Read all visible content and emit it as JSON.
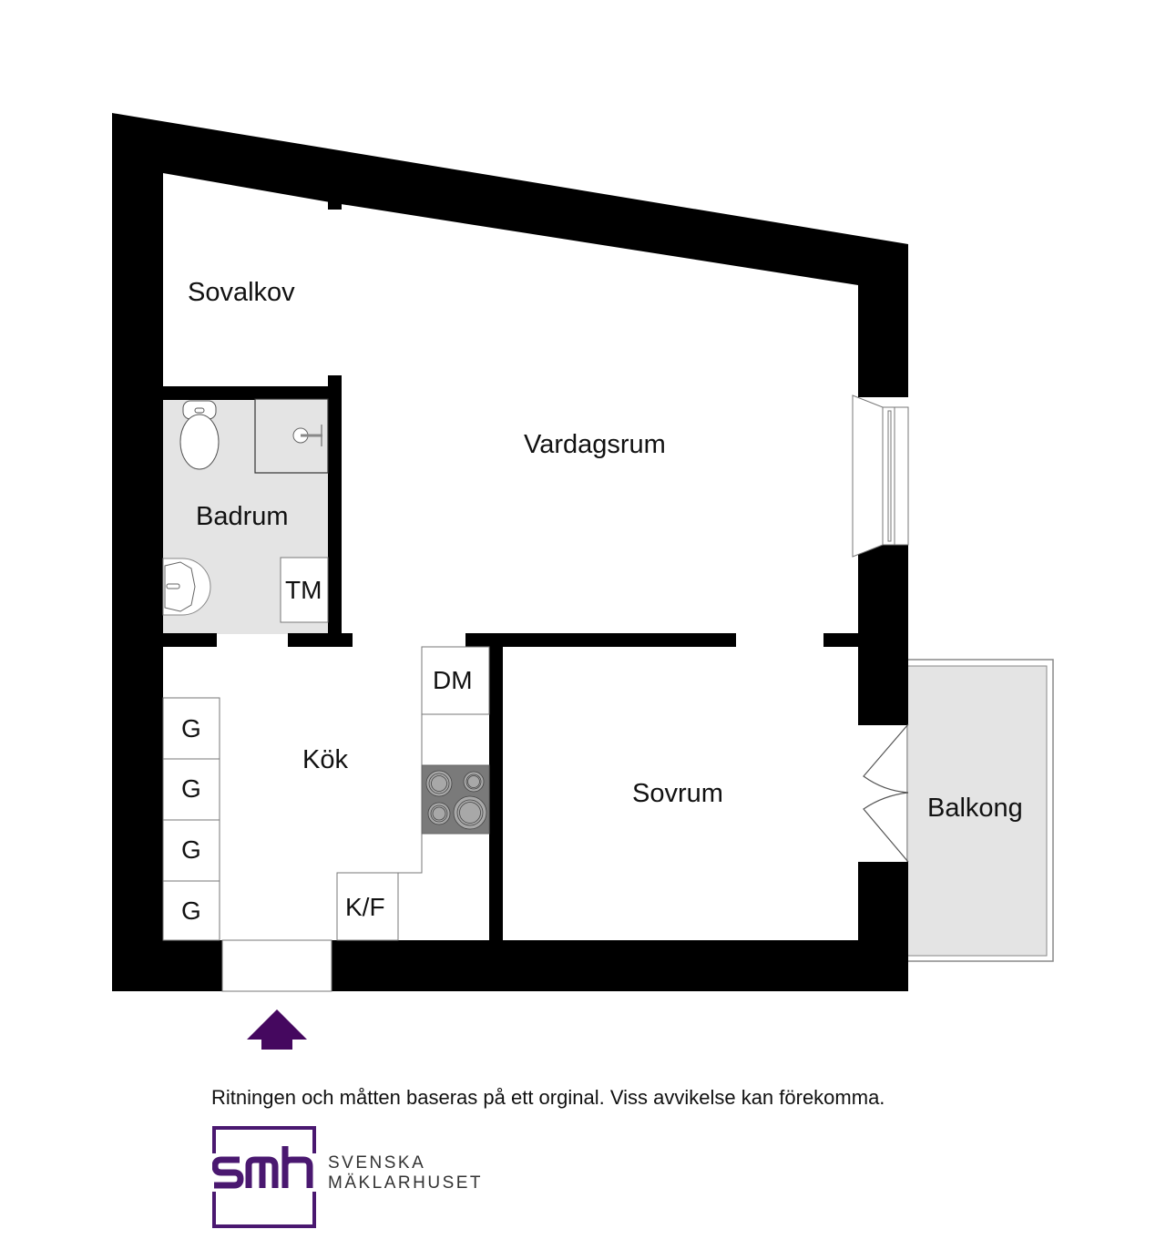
{
  "rooms": {
    "sovalkov": "Sovalkov",
    "vardagsrum": "Vardagsrum",
    "badrum": "Badrum",
    "kok": "Kök",
    "sovrum": "Sovrum",
    "balkong": "Balkong"
  },
  "fixtures": {
    "tm": "TM",
    "dm": "DM",
    "kf": "K/F",
    "wardrobes": [
      "G",
      "G",
      "G",
      "G"
    ]
  },
  "entrance": {
    "icon": "entrance-arrow-icon",
    "color": "#45085f"
  },
  "footer": {
    "disclaimer": "Ritningen och måtten baseras på ett orginal. Viss avvikelse kan förekomma.",
    "logo_mark": "smh",
    "brand_line1": "SVENSKA",
    "brand_line2": "MÄKLARHUSET",
    "brand_color": "#4a1870"
  },
  "colors": {
    "wall": "#000000",
    "wet_room": "#e4e4e4",
    "balcony": "#e4e4e4",
    "stove": "#7a7a7a"
  }
}
